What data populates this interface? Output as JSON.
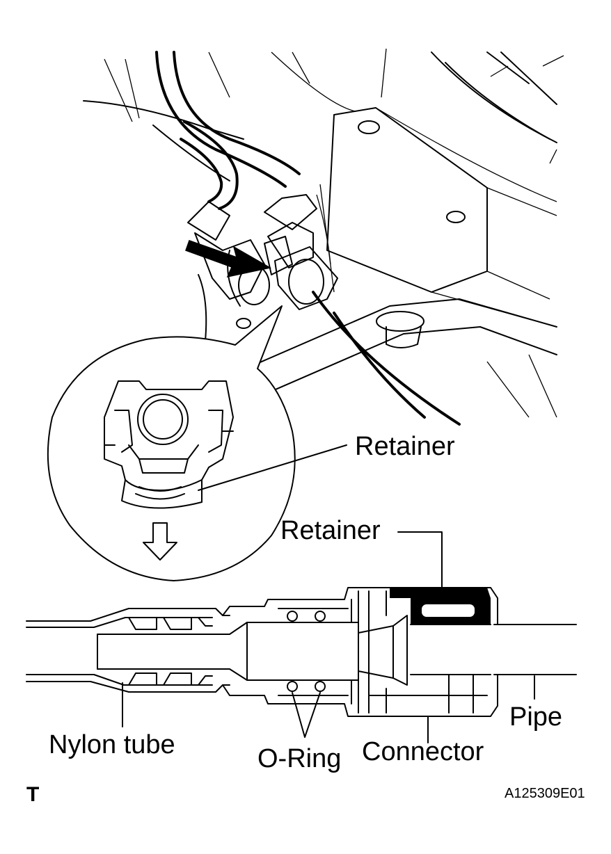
{
  "labels": {
    "retainer_detail": "Retainer",
    "retainer_section": "Retainer",
    "nylon_tube": "Nylon tube",
    "o_ring": "O-Ring",
    "connector": "Connector",
    "pipe": "Pipe",
    "corner_tag": "T",
    "figure_id": "A125309E01"
  }
}
